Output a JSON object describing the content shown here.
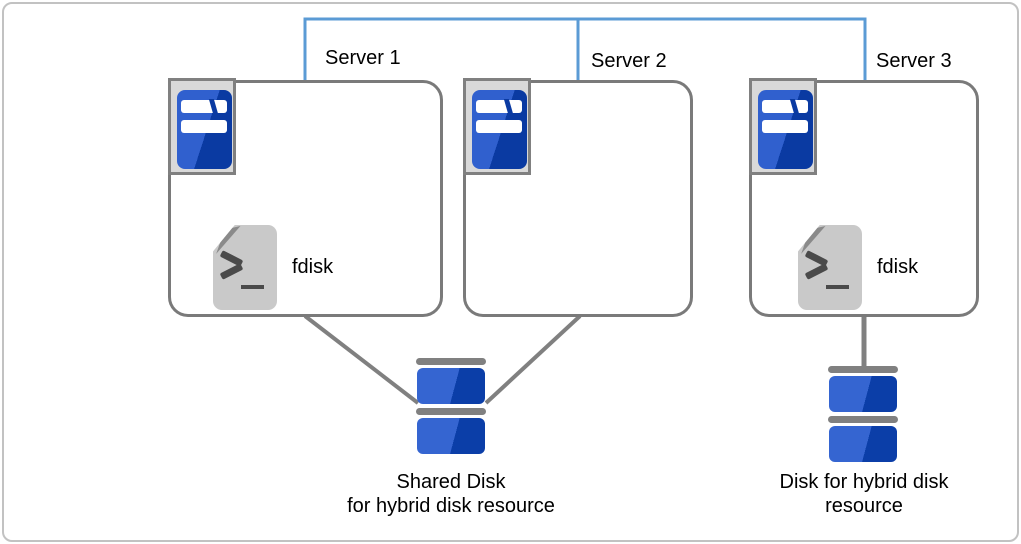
{
  "colors": {
    "network_line": "#5B9BD5",
    "connector": "#808080",
    "box_border": "#7A7A7A",
    "page_border": "#C2C2C2",
    "icon_frame_fill": "#D9D9D9",
    "icon_frame_border": "#808080",
    "server_blue_light": "#3060CE",
    "server_blue_dark": "#0A3AA2",
    "disk_blue_light": "#3565D1",
    "disk_blue_dark": "#0B3EA8",
    "disk_cap_gray": "#808080",
    "script_body": "#C9C9C9",
    "script_fold": "#8A8A8A",
    "script_glyph": "#4A4A4A",
    "text": "#000000"
  },
  "icons": {
    "server": "server-tower-icon",
    "script": "script-file-terminal-icon",
    "disk": "disk-stack-icon"
  },
  "servers": [
    {
      "label": "Server 1",
      "tool_label": "fdisk"
    },
    {
      "label": "Server 2"
    },
    {
      "label": "Server 3",
      "tool_label": "fdisk"
    }
  ],
  "disks": [
    {
      "caption_lines": [
        "Shared Disk",
        "for hybrid disk resource"
      ]
    },
    {
      "caption_lines": [
        "Disk for hybrid disk",
        "resource"
      ]
    }
  ]
}
